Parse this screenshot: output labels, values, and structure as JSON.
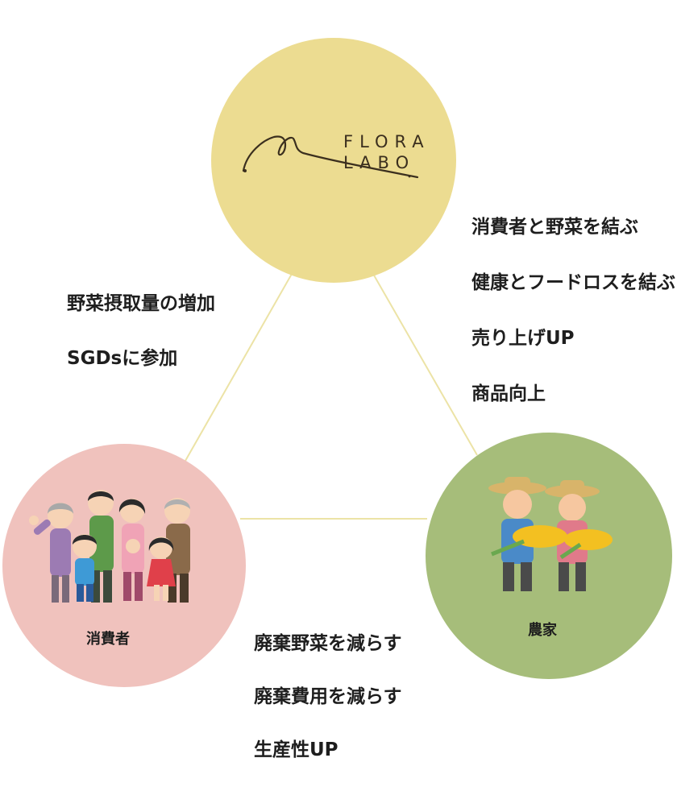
{
  "flora": {
    "logo_line1": "FLORA",
    "logo_line2": "LABO",
    "color": "#ecdc91",
    "benefits": [
      "消費者と野菜を結ぶ",
      "健康とフードロスを結ぶ",
      "売り上げUP",
      "商品向上"
    ]
  },
  "consumer": {
    "label": "消費者",
    "color": "#f0c2bd",
    "benefits": [
      "野菜摂取量の増加",
      "SGDsに参加"
    ]
  },
  "farmer": {
    "label": "農家",
    "color": "#a6bd7a",
    "benefits": [
      "廃棄野菜を減らす",
      "廃棄費用を減らす",
      "生産性UP"
    ]
  },
  "connector_color": "#ece3a6",
  "icons": [
    "flora-labo-logo",
    "family-illustration",
    "farmers-illustration"
  ]
}
